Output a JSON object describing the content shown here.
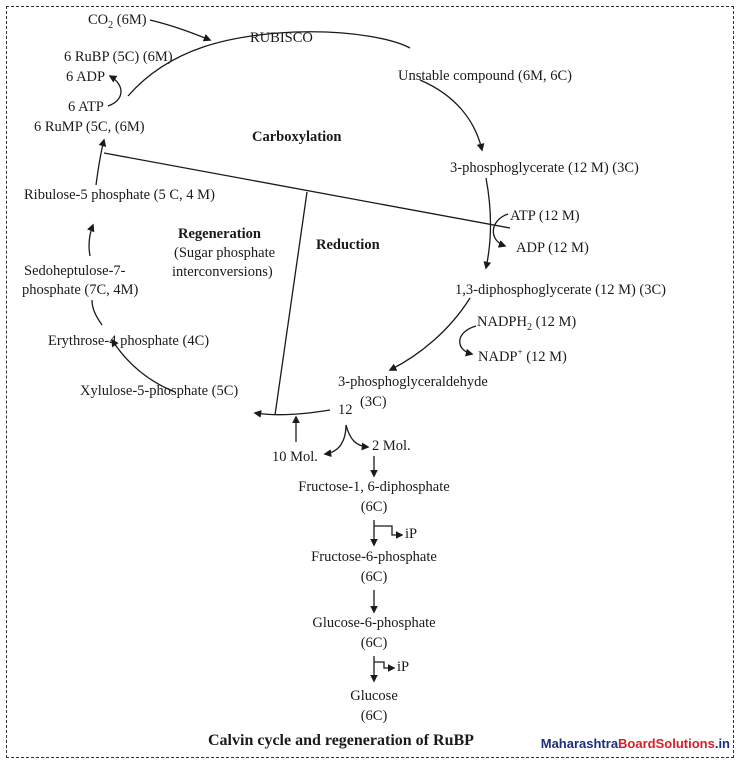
{
  "cycle": {
    "co2_label": "CO",
    "co2_sub": "2",
    "co2_amount": " (6M)",
    "rubp": "6 RuBP (5C) (6M)",
    "adp_6": "6 ADP",
    "atp_6": "6 ATP",
    "rump": "6 RuMP (5C, (6M)",
    "rubisco": "RUBISCO",
    "unstable": "Unstable compound (6M, 6C)",
    "pga": "3-phosphoglycerate (12 M) (3C)",
    "atp_12": "ATP (12 M)",
    "adp_12": "ADP (12 M)",
    "dpga": "1,3-diphosphoglycerate (12 M) (3C)",
    "nadph_label": "NADPH",
    "nadph_sub": "2",
    "nadph_amount": " (12 M)",
    "nadp_label": "NADP",
    "nadp_sup": "+",
    "nadp_amount": " (12 M)",
    "pgald_line1": "3-phosphoglyceraldehyde",
    "pgald_line2": "(3C)",
    "twelve": "12",
    "xylulose": "Xylulose-5-phosphate (5C)",
    "erythrose": "Erythrose-4 phosphate (4C)",
    "sedo_line1": "Sedoheptulose-7-",
    "sedo_line2": "phosphate (7C, 4M)",
    "ribulose": "Ribulose-5 phosphate (5 C, 4 M)"
  },
  "phases": {
    "carboxylation": "Carboxylation",
    "reduction": "Reduction",
    "regeneration": "Regeneration",
    "regeneration_note_1": "(Sugar phosphate",
    "regeneration_note_2": "interconversions)"
  },
  "branch": {
    "ten_mol": "10 Mol.",
    "two_mol": "2 Mol."
  },
  "pathway": {
    "fructose_bis": "Fructose-1, 6-diphosphate",
    "fructose_bis_c": "(6C)",
    "ip_1": "iP",
    "fructose_6p": "Fructose-6-phosphate",
    "fructose_6p_c": "(6C)",
    "glucose_6p": "Glucose-6-phosphate",
    "glucose_6p_c": "(6C)",
    "ip_2": "iP",
    "glucose": "Glucose",
    "glucose_c": "(6C)"
  },
  "caption": "Calvin cycle and regeneration of RuBP",
  "watermark": {
    "part1": "Maharashtra",
    "part2": "BoardSolutions",
    "part3": ".in"
  },
  "colors": {
    "ink": "#1a1a1a",
    "watermark_blue": "#1c2f7a",
    "watermark_red": "#d4202a"
  }
}
